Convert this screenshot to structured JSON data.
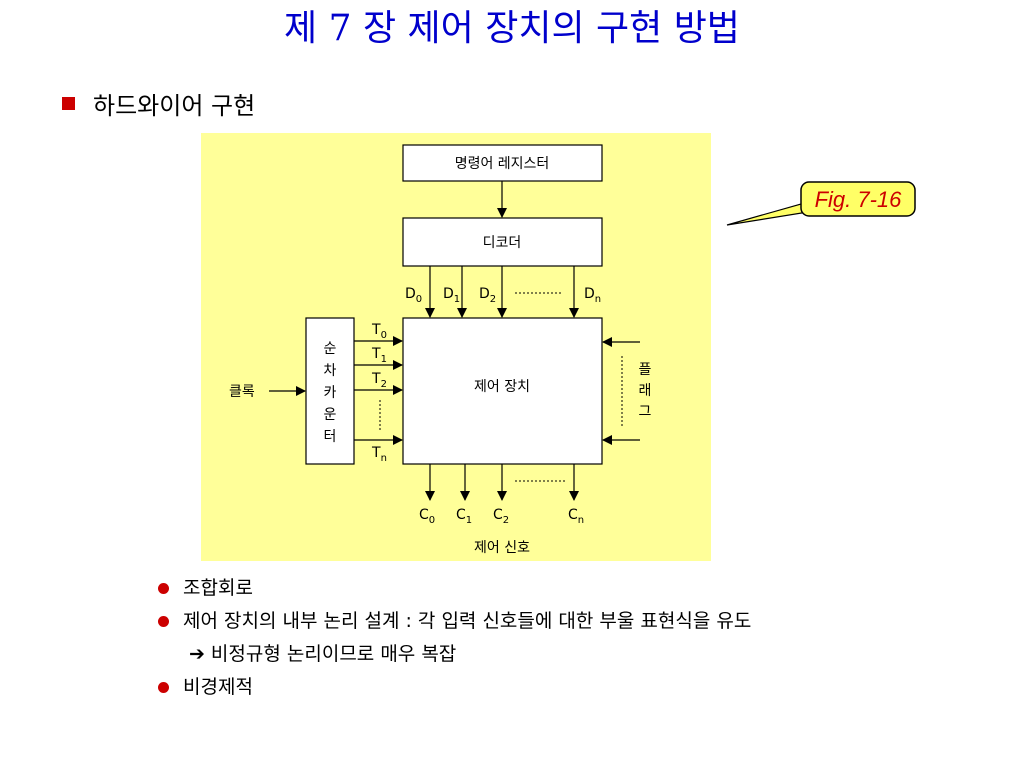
{
  "title": "제 7 장 제어 장치의 구현 방법",
  "main_bullet": "하드와이어 구현",
  "figure_label": "Fig. 7-16",
  "diagram": {
    "instruction_register": "명령어 레지스터",
    "decoder": "디코더",
    "d_outputs": [
      {
        "base": "D",
        "sub": "0"
      },
      {
        "base": "D",
        "sub": "1"
      },
      {
        "base": "D",
        "sub": "2"
      },
      {
        "base": "D",
        "sub": "n"
      }
    ],
    "counter_chars": [
      "순",
      "차",
      "카",
      "운",
      "터"
    ],
    "clock": "클록",
    "t_signals": [
      {
        "base": "T",
        "sub": "0"
      },
      {
        "base": "T",
        "sub": "1"
      },
      {
        "base": "T",
        "sub": "2"
      },
      {
        "base": "T",
        "sub": "n"
      }
    ],
    "control_unit": "제어 장치",
    "flag_chars": [
      "플",
      "래",
      "그"
    ],
    "c_outputs": [
      {
        "base": "C",
        "sub": "0"
      },
      {
        "base": "C",
        "sub": "1"
      },
      {
        "base": "C",
        "sub": "2"
      },
      {
        "base": "C",
        "sub": "n"
      }
    ],
    "control_signal": "제어 신호"
  },
  "bullets": [
    {
      "text": "조합회로"
    },
    {
      "text": "제어 장치의 내부 논리 설계 : 각 입력 신호들에 대한 부울 표현식을 유도"
    },
    {
      "text": "비정규형 논리이므로 매우 복잡",
      "arrow": "➔"
    },
    {
      "text": "비경제적"
    }
  ],
  "colors": {
    "title": "#0000cc",
    "bullet": "#cc0000",
    "panel": "#ffff99",
    "callout_fill": "#ffff66",
    "callout_border": "#000000",
    "callout_text": "#cc0000"
  }
}
